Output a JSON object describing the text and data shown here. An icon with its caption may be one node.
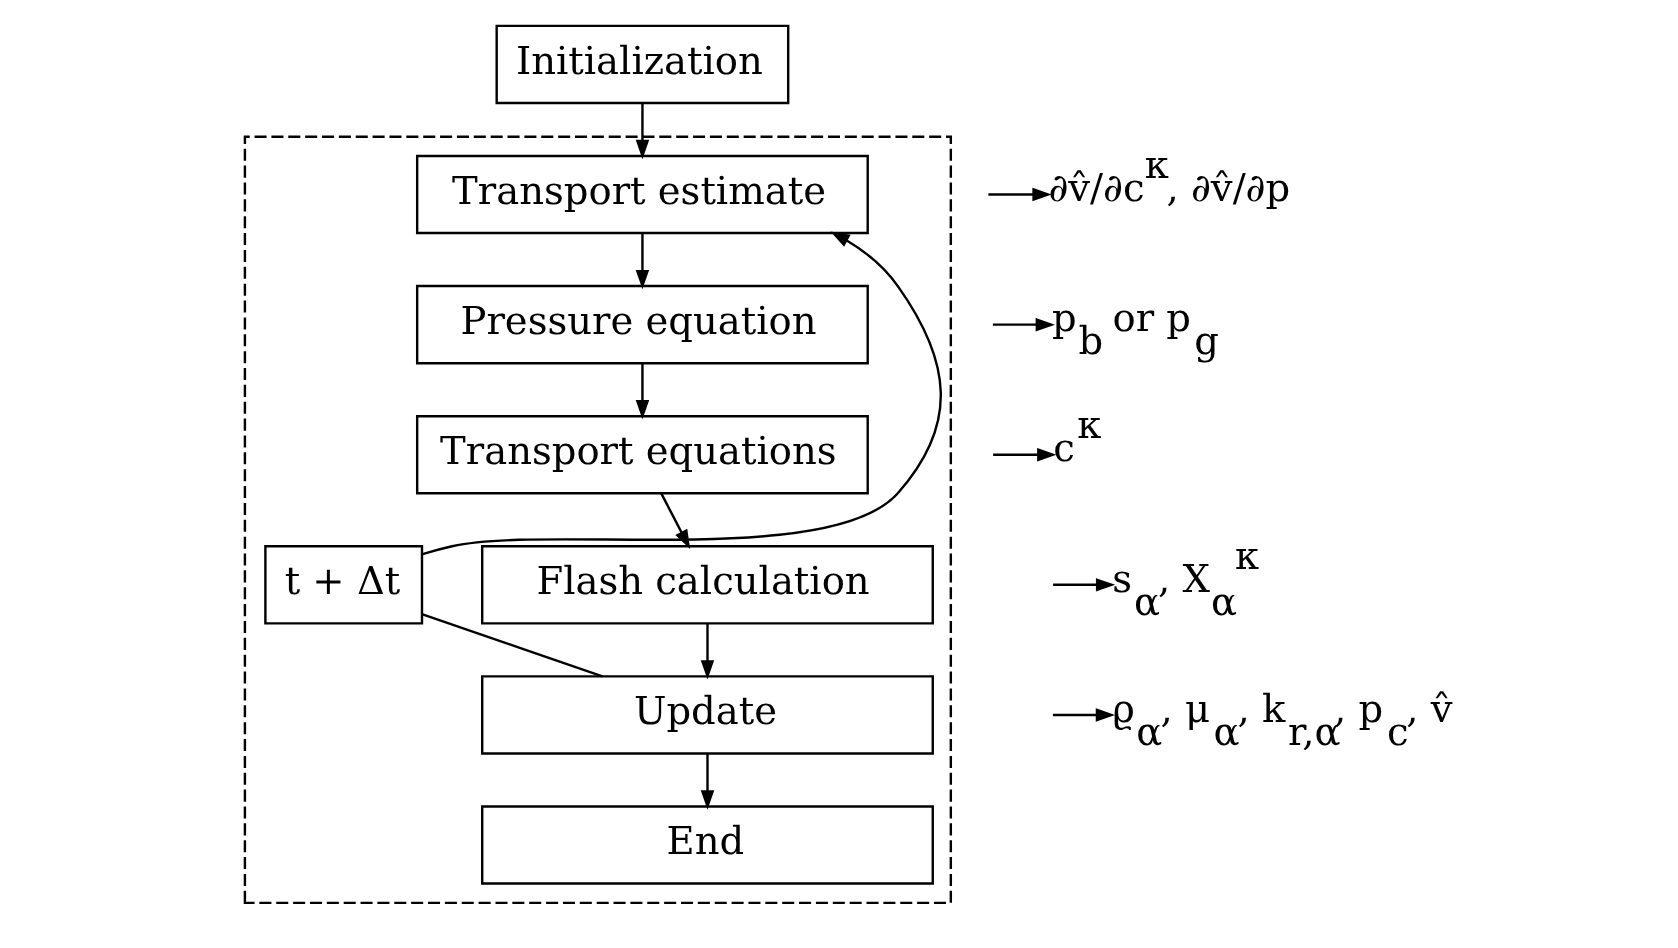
{
  "diagram": {
    "nodes": [
      {
        "text": [
          "Initialization"
        ]
      },
      {
        "text": [],
        "shape": "box"
      },
      {
        "text": [
          "Transport estimate"
        ],
        "in": 1
      },
      {
        "text": [
          "Pressure equation"
        ],
        "in": 1
      },
      {
        "text": [
          "Transport equations"
        ],
        "in": 1
      },
      {
        "text": [
          "Flash calculation"
        ],
        "in": 1
      },
      {
        "text": [
          "Update"
        ],
        "in": 1
      },
      {
        "text": [
          "End"
        ],
        "in": 1
      },
      {
        "text": [
          "t + Δt"
        ],
        "in": 1
      },
      {
        "text": [
          "∂v̂/∂c$^{κ}$, ∂v̂/∂p"
        ]
      },
      {
        "text": [
          "p$_{b}$ or p$_{g}$"
        ]
      },
      {
        "text": [
          "c$^{κ}$"
        ]
      },
      {
        "text": [
          "s$_{α}$, X$_{α}$$^{κ}$"
        ]
      },
      {
        "text": [
          "ϱ$_{α}$, μ$_{α}$, k$_{r,α}$, p$_{c}$, v̂"
        ]
      }
    ],
    "edges": [
      {
        "from": 0,
        "to": 2,
        "arrow": "to"
      },
      {
        "from": 2,
        "to": 3,
        "arrow": "to"
      },
      {
        "from": 3,
        "to": 4,
        "arrow": "to"
      },
      {
        "from": 4,
        "to": 5,
        "arrow": "to"
      },
      {
        "from": 5,
        "to": 6,
        "arrow": "to"
      },
      {
        "from": 6,
        "to": 7,
        "arrow": "to"
      },
      {
        "from": 6,
        "to": 8,
        "arrow": "none"
      },
      {
        "from": 8,
        "to": 2,
        "arrow": "to"
      },
      {
        "from": null,
        "to": 9,
        "arrow": "to"
      },
      {
        "from": null,
        "to": 10,
        "arrow": "to"
      },
      {
        "from": null,
        "to": 11,
        "arrow": "to"
      },
      {
        "from": null,
        "to": 12,
        "arrow": "to"
      },
      {
        "from": null,
        "to": 13,
        "arrow": "to"
      }
    ]
  }
}
